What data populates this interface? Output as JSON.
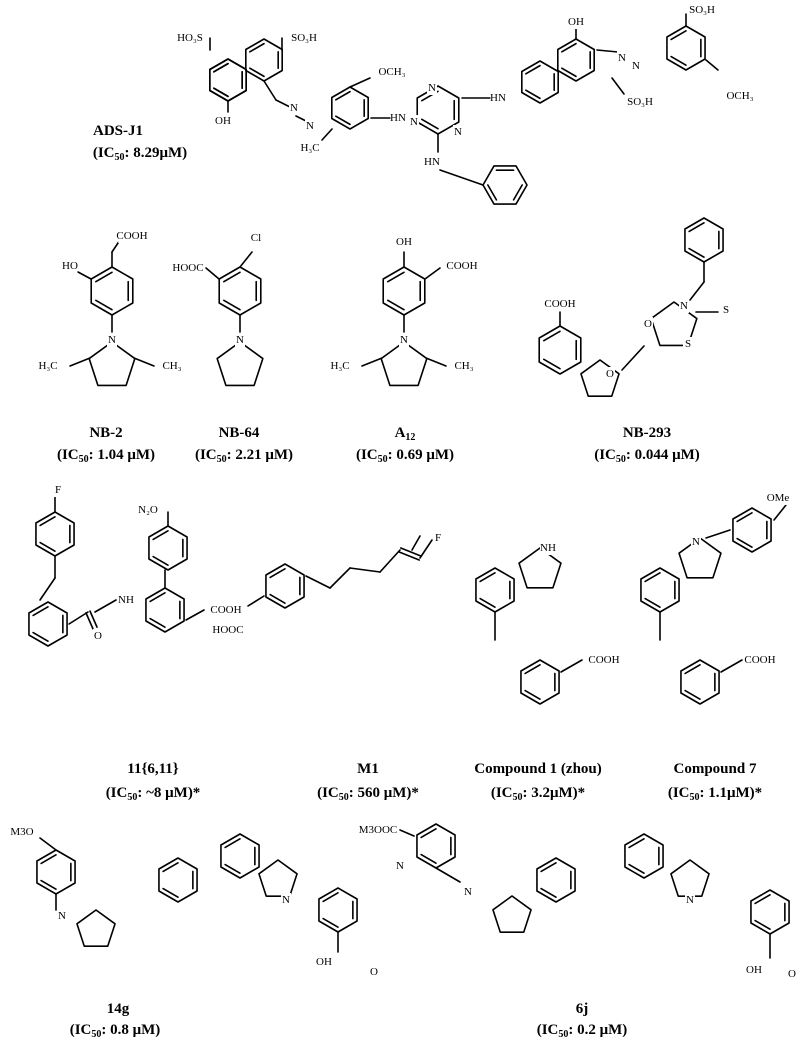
{
  "compounds": [
    {
      "id": "adsj1",
      "name": "ADS-J1",
      "ic50": "8.29μM"
    },
    {
      "id": "nb2",
      "name": "NB-2",
      "ic50": "1.04 μM"
    },
    {
      "id": "nb64",
      "name": "NB-64",
      "ic50": "2.21 μM"
    },
    {
      "id": "a12",
      "name": "A",
      "name_sub": "12",
      "ic50": "0.69 μM"
    },
    {
      "id": "nb293",
      "name": "NB-293",
      "ic50": "0.044 μM"
    },
    {
      "id": "c11",
      "name": "11{6,11}",
      "ic50": "~8 μM",
      "mark": "*"
    },
    {
      "id": "m1",
      "name": "M1",
      "ic50": "560 μM",
      "mark": "*"
    },
    {
      "id": "c1",
      "name": "Compound 1 (zhou)",
      "ic50": "3.2μM",
      "mark": "*"
    },
    {
      "id": "c7",
      "name": "Compound 7",
      "ic50": "1.1μM",
      "mark": "*"
    },
    {
      "id": "c14g",
      "name": "14g",
      "ic50": "0.8 μM"
    },
    {
      "id": "c6j",
      "name": "6j",
      "ic50": "0.2 μM"
    }
  ],
  "ic50_prefix": "IC",
  "ic50_sub": "50",
  "atoms": {
    "so3h": "SO₃H",
    "ho3s": "HO₃S",
    "oh": "OH",
    "och3": "OCH₃",
    "hn": "HN",
    "nh": "NH",
    "n": "N",
    "h3c": "H₃C",
    "ch3": "CH₃",
    "cooh": "COOH",
    "hooc": "HOOC",
    "ho": "HO",
    "cl": "Cl",
    "o": "O",
    "s": "S",
    "f": "F",
    "no2": "N₂O",
    "ome": "OMe",
    "m3o": "M3O",
    "m3ooc": "M3OOC"
  }
}
